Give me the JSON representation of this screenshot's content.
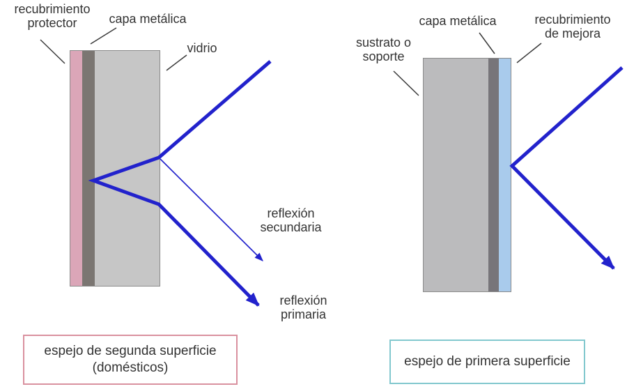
{
  "colors": {
    "ray-blue": "#2222cc",
    "text": "#333333",
    "layer-pink": "#dba6b8",
    "layer-metal-left": "#7b7672",
    "layer-glass": "#c6c6c6",
    "layer-substrate": "#bbbbbd",
    "layer-metal-right": "#77757a",
    "layer-enhance": "#a9cbec",
    "box-left-border": "#d9909e",
    "box-right-border": "#82c8ce",
    "block-outline": "#8a8a8a",
    "pointer-line": "#3a3a3a"
  },
  "left_diagram": {
    "labels": {
      "protective_coating": "recubrimiento protector",
      "metal_layer": "capa metálica",
      "glass": "vidrio",
      "secondary_reflection": "reflexión secundaria",
      "primary_reflection": "reflexión primaria"
    },
    "caption": "espejo de segunda superficie (domésticos)"
  },
  "right_diagram": {
    "labels": {
      "substrate": "sustrato o soporte",
      "metal_layer": "capa metálica",
      "enhancement_coating": "recubrimiento de mejora"
    },
    "caption": "espejo de primera superficie"
  }
}
